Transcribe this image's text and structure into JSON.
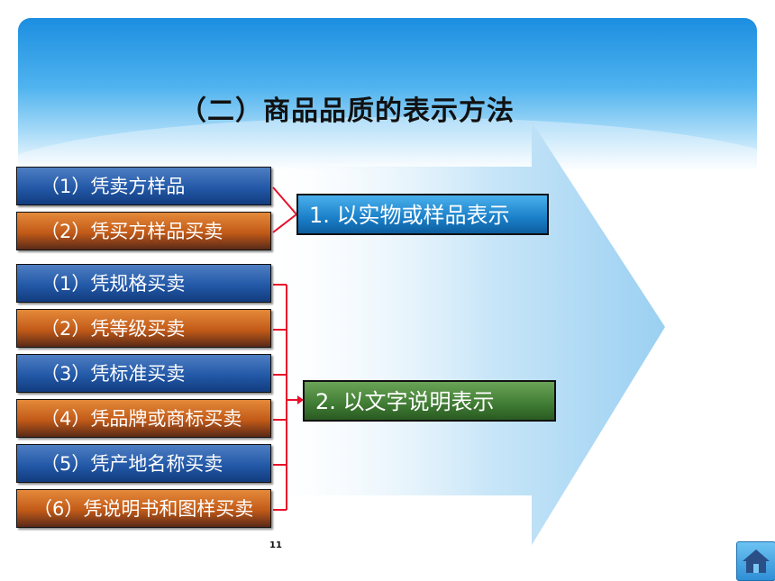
{
  "slide": {
    "title": "（二）商品品质的表示方法",
    "group1": {
      "items": [
        "（1）凭卖方样品",
        "（2）凭买方样品买卖"
      ],
      "category": "1. 以实物或样品表示"
    },
    "group2": {
      "items": [
        "（1）凭规格买卖",
        "（2）凭等级买卖",
        "（3）凭标准买卖",
        "（4）凭品牌或商标买卖",
        "（5）凭产地名称买卖",
        "（6）凭说明书和图样买卖"
      ],
      "category": "2. 以文字说明表示"
    },
    "page_number": "11"
  },
  "colors": {
    "header_blue": "#1c8ee0",
    "box_blue": "#2359a8",
    "box_orange": "#c25a18",
    "category_blue": "#1a7fc8",
    "category_green": "#3f7b33",
    "connector_red": "#e8102a"
  },
  "icons": {
    "home": "home-icon"
  }
}
